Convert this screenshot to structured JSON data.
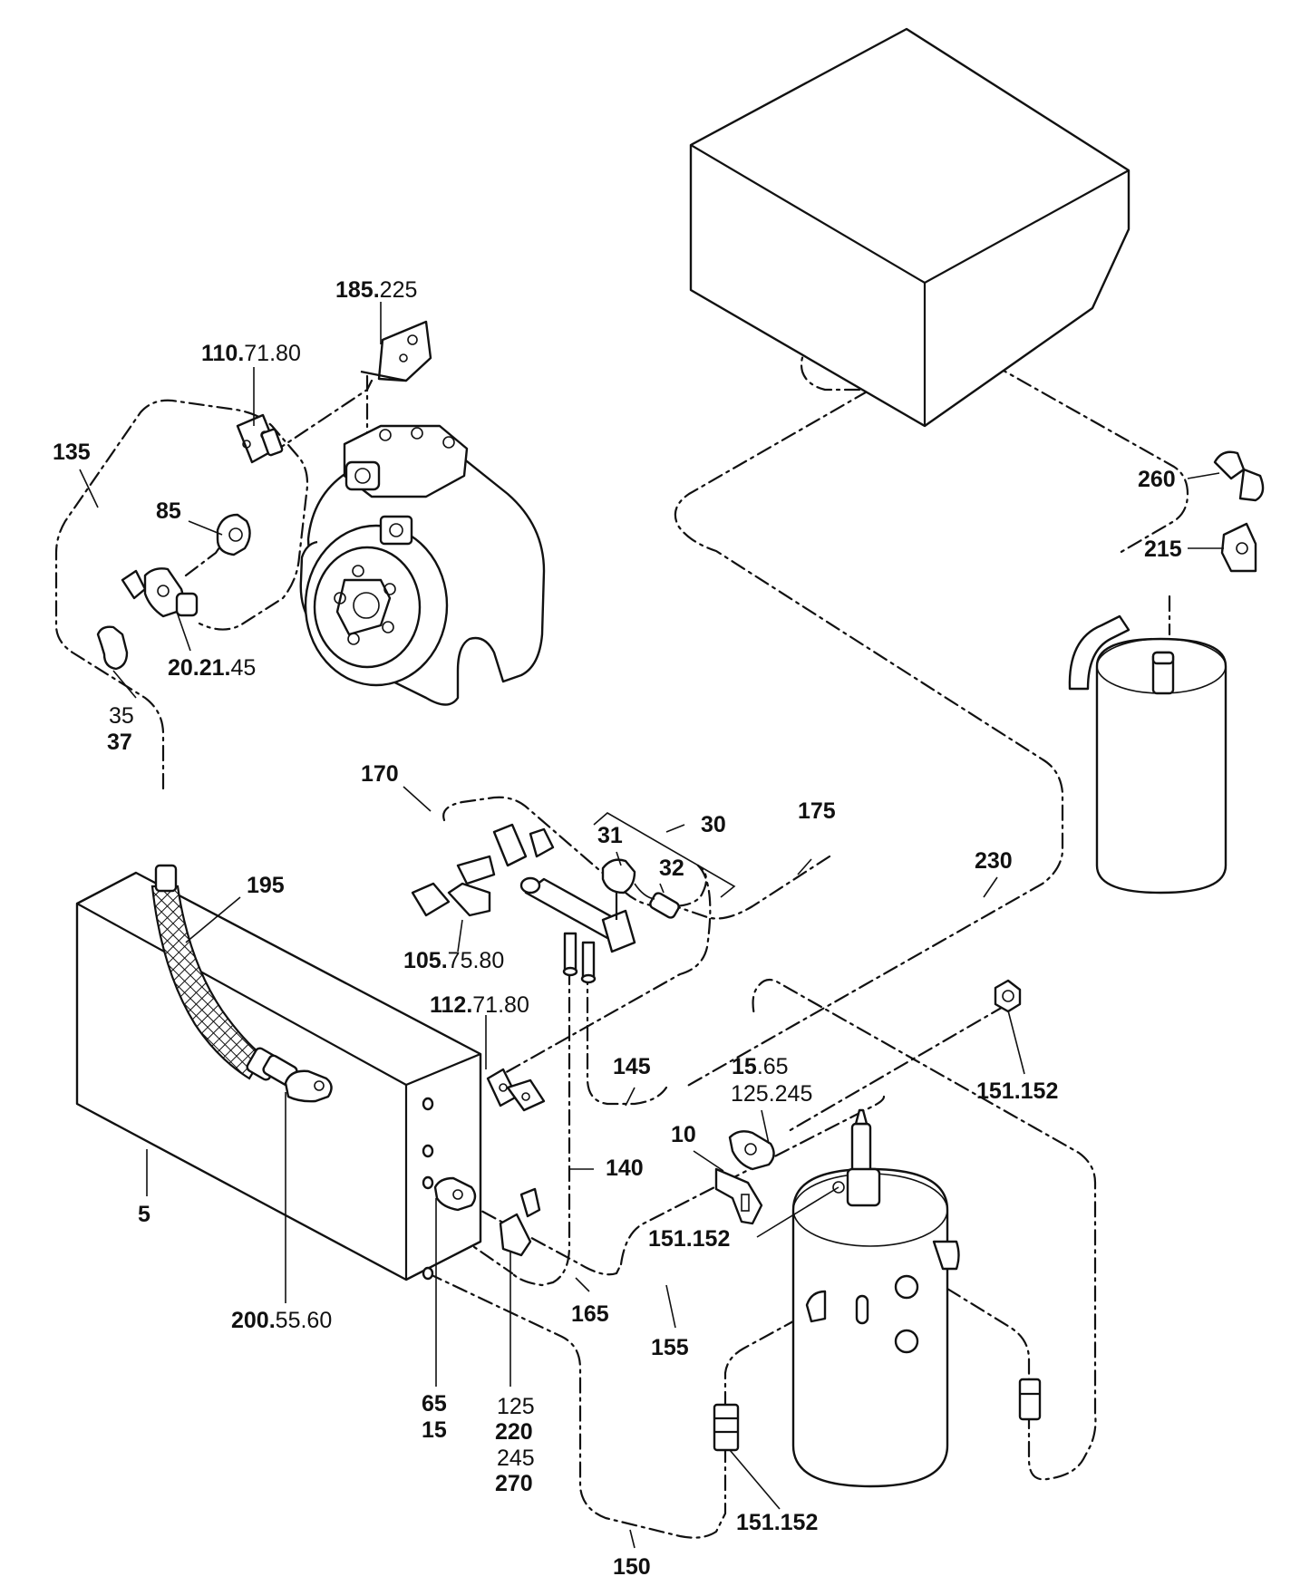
{
  "labels": {
    "l5": "5",
    "l10": "10",
    "l30": "30",
    "l31": "31",
    "l32": "32",
    "l35": "35",
    "l37": "37",
    "l65": "65",
    "l15": "15",
    "l85": "85",
    "l135": "135",
    "l140": "140",
    "l145": "145",
    "l150": "150",
    "l155": "155",
    "l165": "165",
    "l170": "170",
    "l175": "175",
    "l195": "195",
    "l215": "215",
    "l230": "230",
    "l260": "260",
    "l_185": "185.",
    "l_185s": "225",
    "l_110": "110.",
    "l_110s": "71.80",
    "l_20": "20.21.",
    "l_20s": "45",
    "l_105": "105.",
    "l_105s": "75.80",
    "l_112": "112.",
    "l_112s": "71.80",
    "l_200": "200.",
    "l_200s": "55.60",
    "l_15b": "15",
    "l_15bs": ".65",
    "l_125_245": "125.245",
    "l_151a": "151.152",
    "l_151b": "151.152",
    "l_151c": "151.152",
    "l125": "125",
    "l220": "220",
    "l245": "245",
    "l270": "270"
  }
}
